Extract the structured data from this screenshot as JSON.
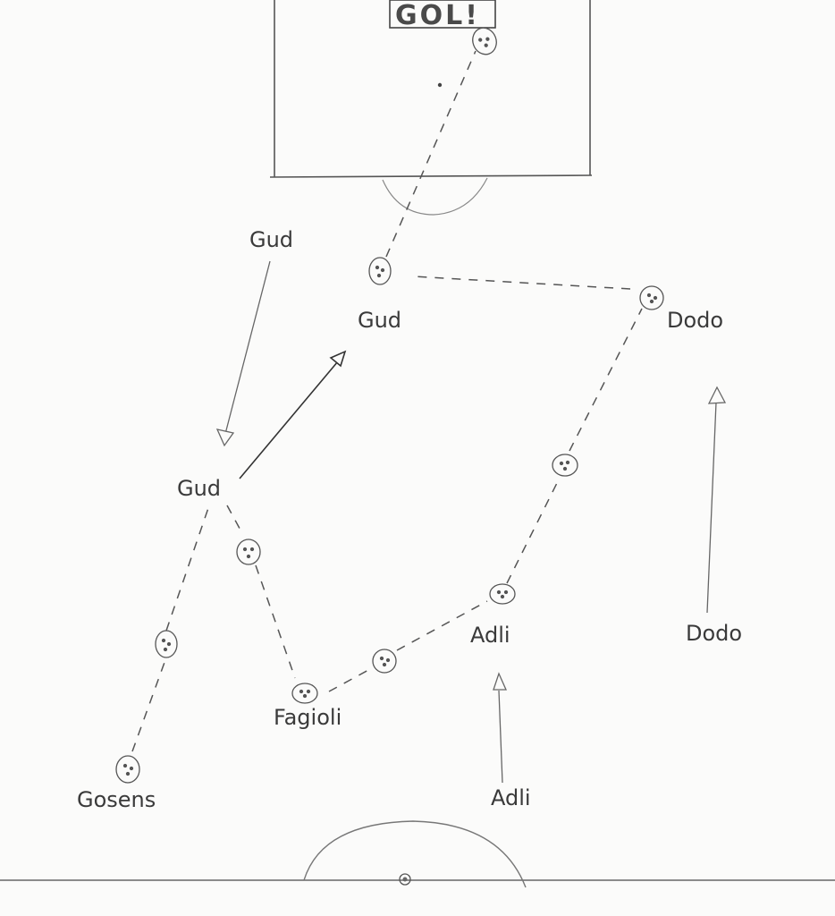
{
  "goal_text": "GOL!",
  "labels": {
    "gud_top": "Gud",
    "gud_mid": "Gud",
    "gud_left": "Gud",
    "dodo_top": "Dodo",
    "dodo_bottom": "Dodo",
    "adli_mid": "Adli",
    "adli_bottom": "Adli",
    "fagioli": "Fagioli",
    "gosens": "Gosens"
  },
  "colors": {
    "pencil": "#555555",
    "light_pencil": "#8a8a8a",
    "text": "#3a3a3a"
  }
}
